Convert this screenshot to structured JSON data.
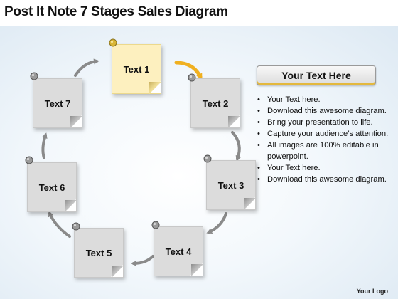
{
  "title": "Post It Note 7 Stages Sales Diagram",
  "stages": [
    {
      "label": "Text 1",
      "highlighted": true
    },
    {
      "label": "Text 2",
      "highlighted": false
    },
    {
      "label": "Text 3",
      "highlighted": false
    },
    {
      "label": "Text 4",
      "highlighted": false
    },
    {
      "label": "Text 5",
      "highlighted": false
    },
    {
      "label": "Text 6",
      "highlighted": false
    },
    {
      "label": "Text 7",
      "highlighted": false
    }
  ],
  "panel": {
    "header": "Your Text Here",
    "bullets": [
      "Your Text here.",
      "Download this awesome diagram.",
      "Bring your presentation to life.",
      "Capture your audience’s attention.",
      "All images are 100% editable in powerpoint.",
      "Your Text here.",
      "Download this awesome diagram."
    ]
  },
  "logo": "Your Logo",
  "colors": {
    "note": "#dcdcdc",
    "note_highlight": "#fdf0bf",
    "arrow": "#8a8a8a",
    "arrow_highlight": "#f0b020",
    "header_accent": "#e3b83d"
  },
  "icons": {
    "pin": "pushpin-icon",
    "arrow": "curved-arrow-icon"
  }
}
